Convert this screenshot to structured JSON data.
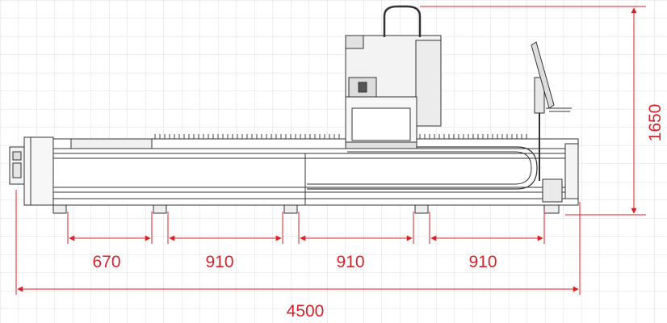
{
  "colors": {
    "dimension": "#d5232a",
    "machine_line": "#333333",
    "grid": "#cfcfcf",
    "background": "#ffffff"
  },
  "dimensions": {
    "total_length": "4500",
    "height": "1650",
    "segments": [
      "670",
      "910",
      "910",
      "910"
    ]
  }
}
